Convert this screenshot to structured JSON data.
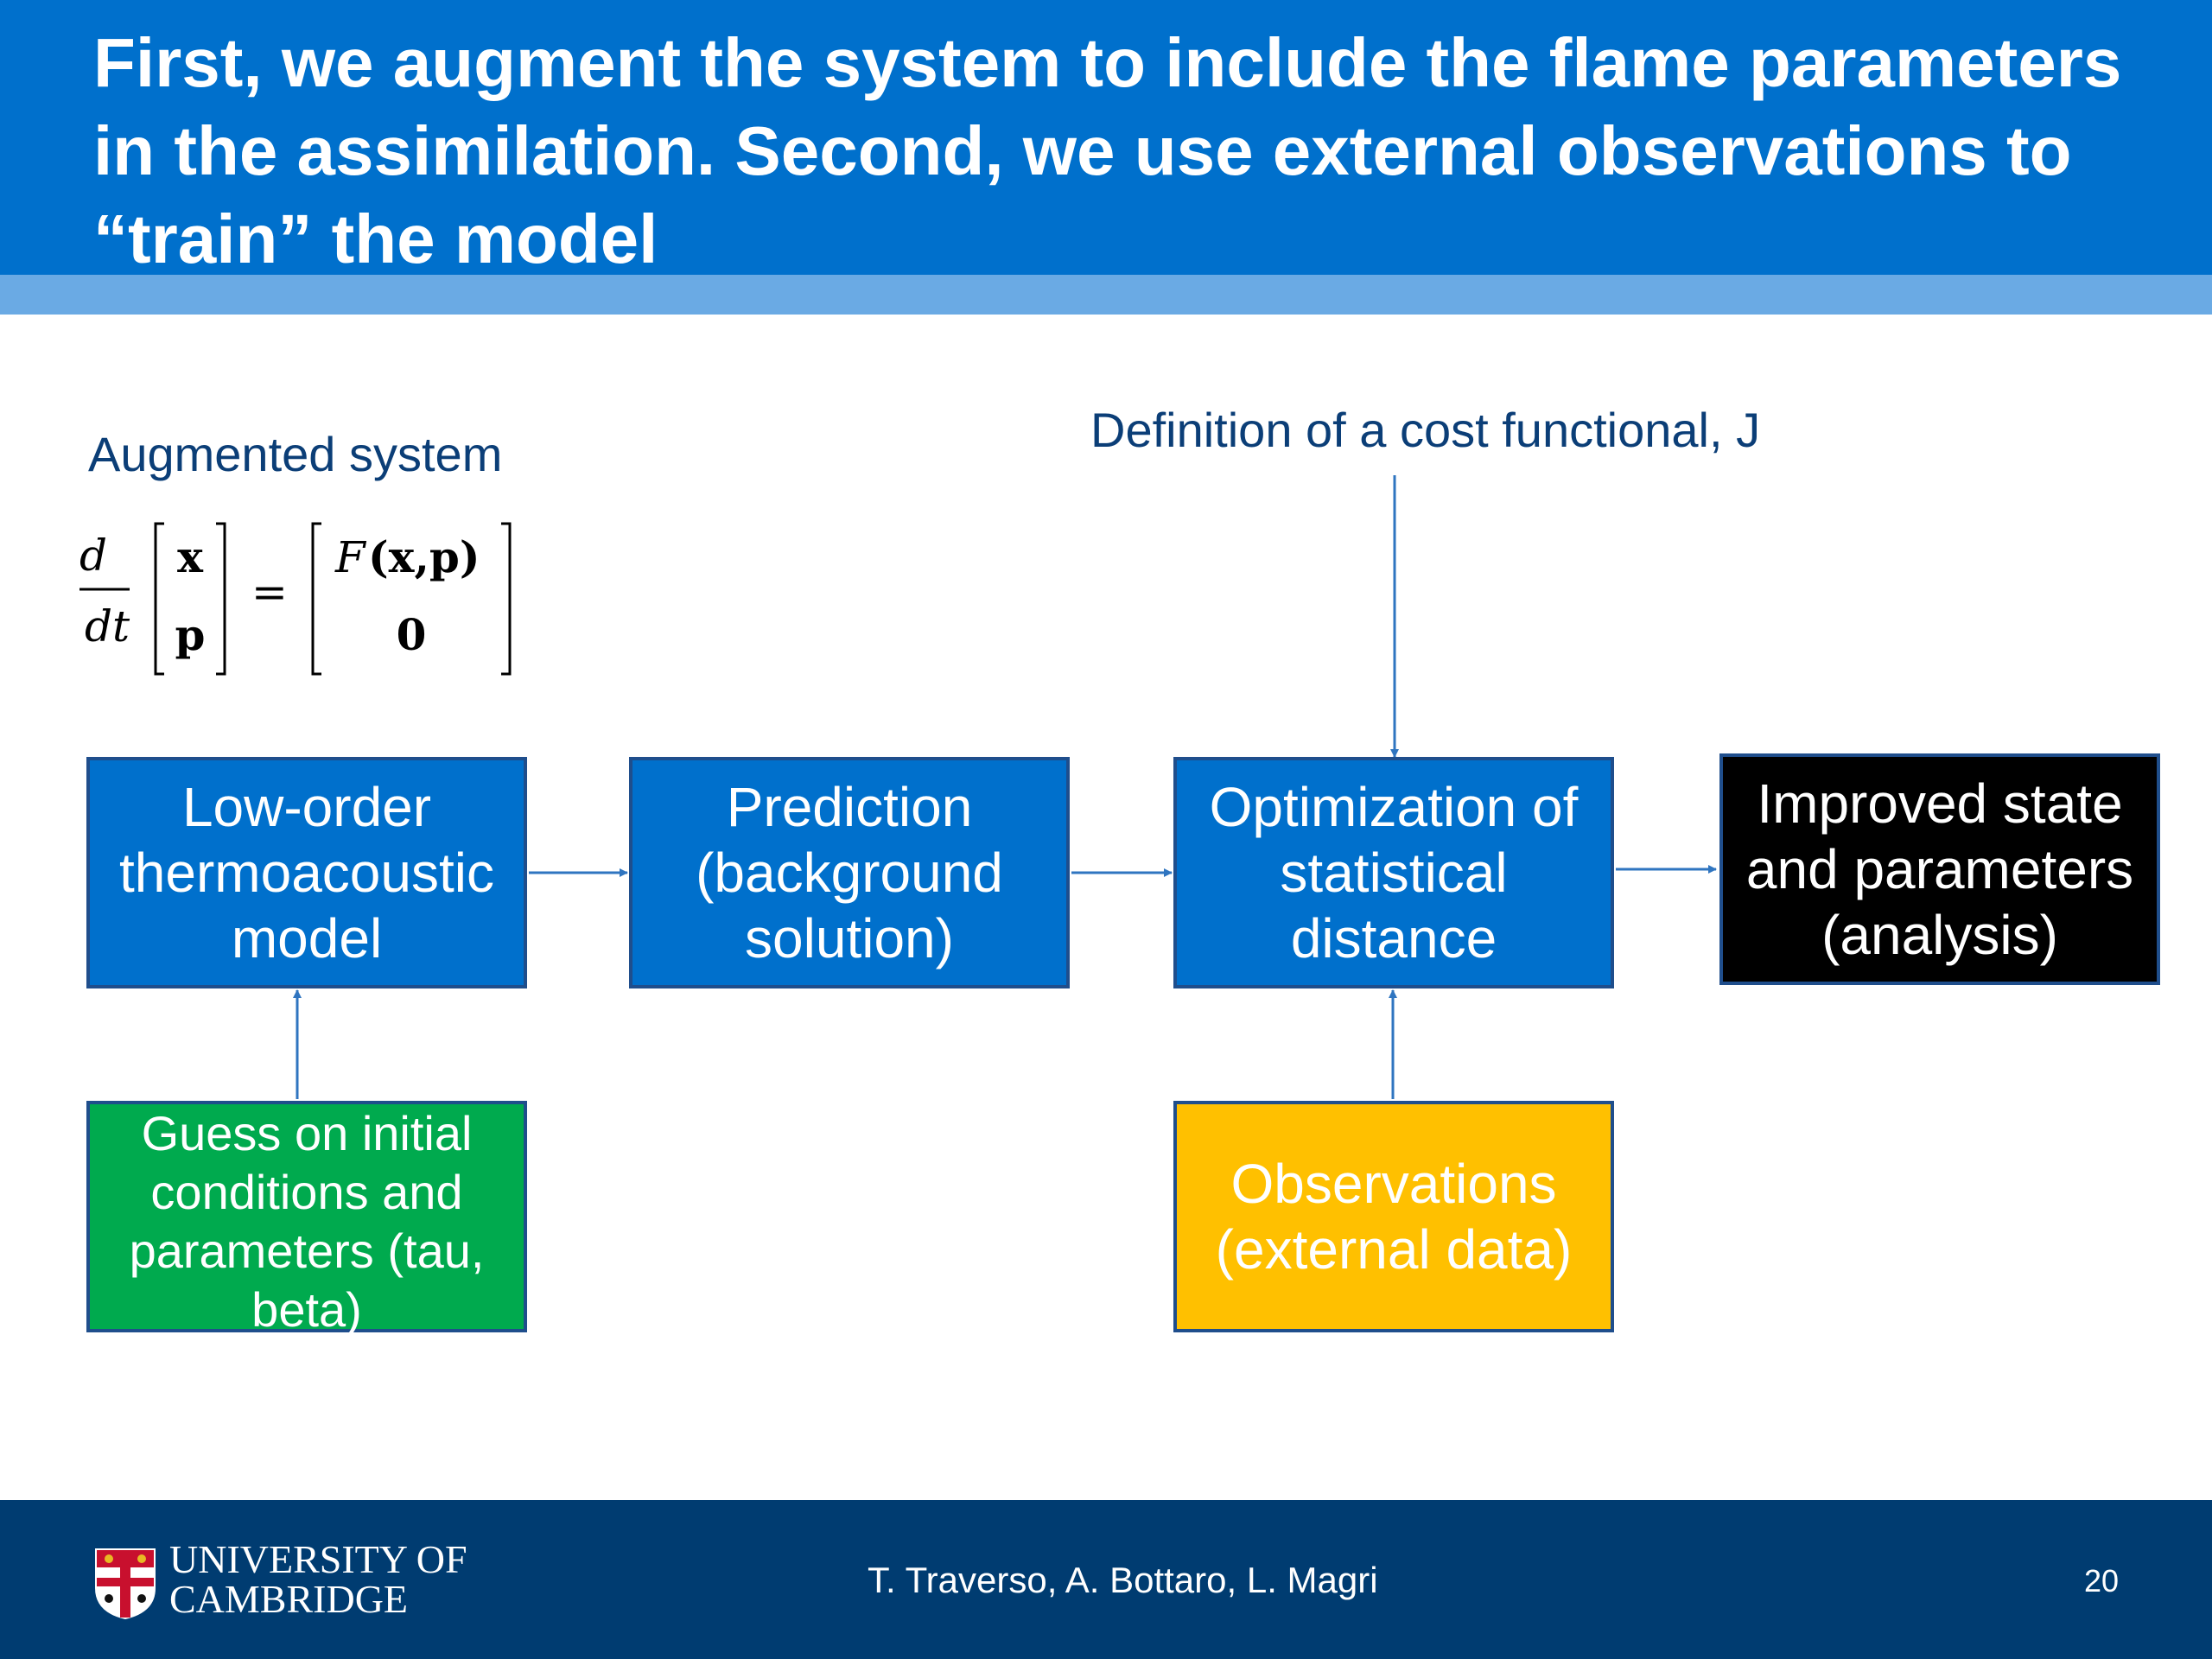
{
  "slide": {
    "title": "First, we augment the system to include the flame parameters in the assimilation. Second, we use external observations to “train” the model",
    "augmented_label": "Augmented system",
    "cost_label": "Definition of a cost functional, J"
  },
  "equation": {
    "d": "d",
    "dt": "dt",
    "x": "x",
    "p": "p",
    "equals": "=",
    "F": "F",
    "args": "(x,p)",
    "zero": "0"
  },
  "boxes": {
    "model": {
      "lines": [
        "Low-order",
        "thermoacoustic",
        "model"
      ],
      "color": "#0070cc"
    },
    "prediction": {
      "lines": [
        "Prediction",
        "(background",
        "solution)"
      ],
      "color": "#0070cc"
    },
    "optimization": {
      "lines": [
        "Optimization of",
        "statistical",
        "distance"
      ],
      "color": "#0070cc"
    },
    "improved": {
      "lines": [
        "Improved state",
        "and parameters",
        "(analysis)"
      ],
      "color": "#000000"
    },
    "guess": {
      "lines": [
        "Guess on initial",
        "conditions and",
        "parameters (tau,",
        "beta)"
      ],
      "color": "#00aa4e"
    },
    "observations": {
      "lines": [
        "Observations",
        "(external data)"
      ],
      "color": "#ffc000"
    }
  },
  "footer": {
    "university_line1": "UNIVERSITY OF",
    "university_line2": "CAMBRIDGE",
    "authors": "T. Traverso, A. Bottaro, L. Magri",
    "page_number": "20"
  },
  "colors": {
    "header": "#0070cc",
    "header_stripe": "#6aaae4",
    "footer": "#003c71",
    "arrow": "#2f75c0",
    "label_text": "#0b3e77"
  }
}
